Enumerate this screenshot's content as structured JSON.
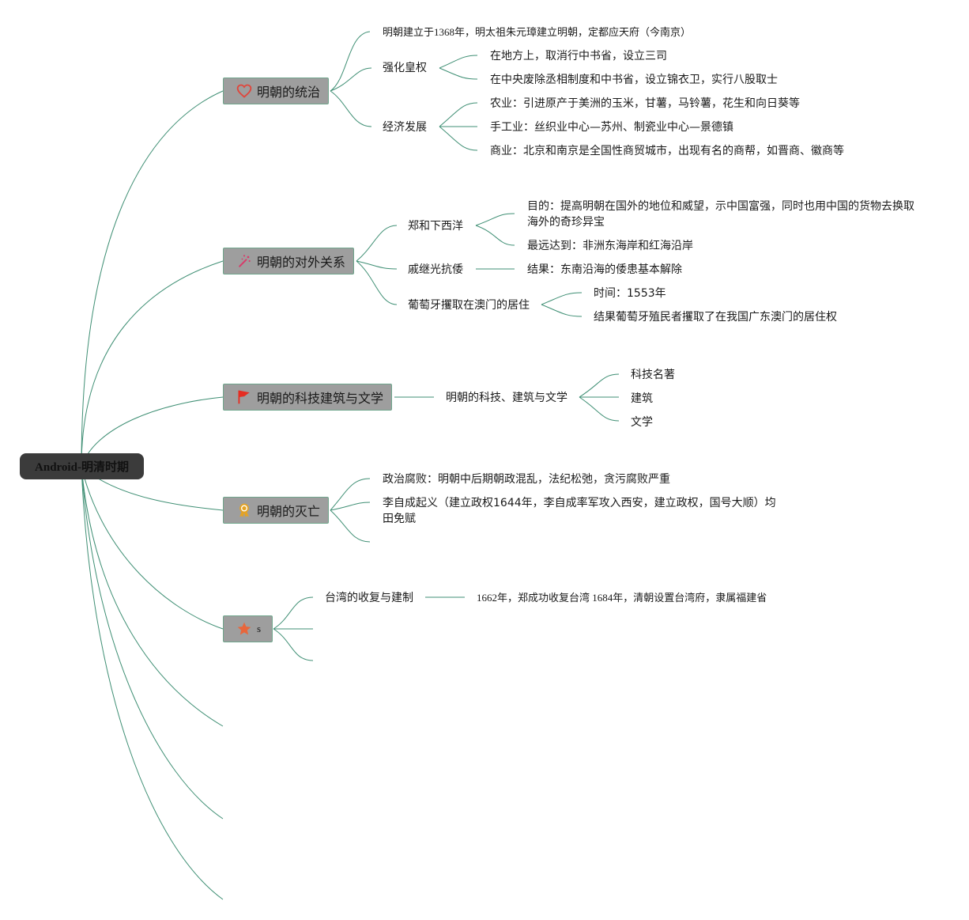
{
  "root": {
    "label": "Android-明清时期"
  },
  "branches": [
    {
      "label": "明朝的统治",
      "icon": "heart-icon",
      "children": [
        {
          "label": "明朝建立于1368年，明太祖朱元璋建立明朝，定都应天府（今南京）"
        },
        {
          "label": "强化皇权",
          "children": [
            "在地方上，取消行中书省，设立三司",
            "在中央废除丞相制度和中书省，设立锦衣卫，实行八股取士"
          ]
        },
        {
          "label": "经济发展",
          "children": [
            "农业：引进原产于美洲的玉米，甘薯，马铃薯，花生和向日葵等",
            "手工业：丝织业中心—苏州、制瓷业中心—景德镇",
            "商业：北京和南京是全国性商贸城市，出现有名的商帮，如晋商、徽商等"
          ]
        }
      ]
    },
    {
      "label": "明朝的对外关系",
      "icon": "magic-wand-icon",
      "children": [
        {
          "label": "郑和下西洋",
          "children": [
            "目的：提高明朝在国外的地位和威望，示中国富强，同时也用中国的货物去换取海外的奇珍异宝",
            "最远达到：非洲东海岸和红海沿岸"
          ]
        },
        {
          "label": "戚继光抗倭",
          "children": [
            "结果：东南沿海的倭患基本解除"
          ]
        },
        {
          "label": "葡萄牙攫取在澳门的居住",
          "children": [
            "时间：1553年",
            "结果葡萄牙殖民者攫取了在我国广东澳门的居住权"
          ]
        }
      ]
    },
    {
      "label": "明朝的科技建筑与文学",
      "icon": "flag-icon",
      "children": [
        {
          "label": "明朝的科技、建筑与文学",
          "children": [
            "科技名著",
            "建筑",
            "文学"
          ]
        }
      ]
    },
    {
      "label": "明朝的灭亡",
      "icon": "award-icon",
      "children": [
        {
          "label": "政治腐败：明朝中后期朝政混乱，法纪松弛，贪污腐败严重"
        },
        {
          "label": "李自成起义（建立政权1644年，李自成率军攻入西安，建立政权，国号大顺）均田免赋"
        }
      ]
    },
    {
      "label": "s",
      "icon": "star-icon",
      "children": [
        {
          "label": "台湾的收复与建制",
          "children": [
            "1662年，郑成功收复台湾 1684年，清朝设置台湾府，隶属福建省"
          ]
        }
      ]
    }
  ],
  "colors": {
    "link": "#3f8f74",
    "root_bg": "#3b3b3b",
    "branch_bg": "#9e9e9e",
    "heart": "#e0463c",
    "wand": "#d83b6a",
    "flag": "#e52d22",
    "award": "#e5a323",
    "star": "#e8663b"
  }
}
